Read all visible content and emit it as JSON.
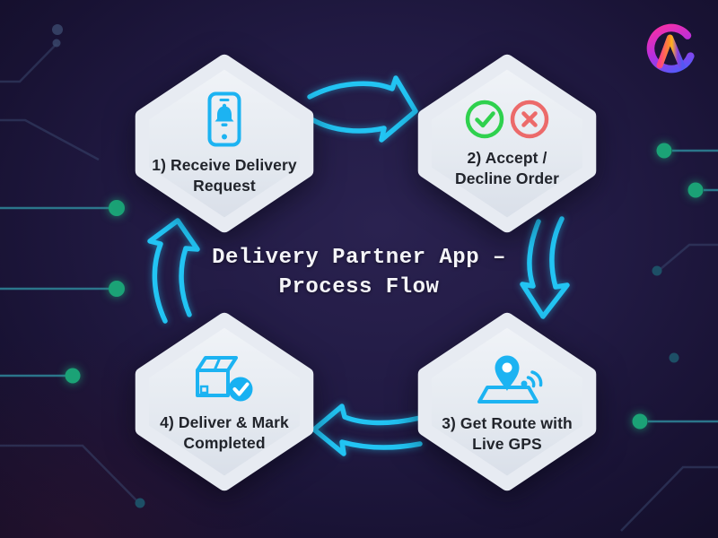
{
  "title": {
    "line1": "Delivery Partner App –",
    "line2": "Process Flow"
  },
  "steps": [
    {
      "line1": "1) Receive Delivery",
      "line2": "Request",
      "icon": "phone-notification-icon"
    },
    {
      "line1": "2) Accept /",
      "line2": "Decline Order",
      "icon": "accept-check-and-decline-cross-icons"
    },
    {
      "line1": "3) Get Route with",
      "line2": "Live GPS",
      "icon": "gps-map-pin-icon"
    },
    {
      "line1": "4) Deliver & Mark",
      "line2": "Completed",
      "icon": "package-check-icon"
    }
  ],
  "flow_arrows": [
    "arrow-step1-to-step2-right",
    "arrow-step2-to-step3-down",
    "arrow-step3-to-step4-left",
    "arrow-step4-to-step1-up"
  ],
  "logo": {
    "icon": "ca-monogram-logo"
  },
  "colors": {
    "background_dark": "#110d25",
    "background_mid": "#211a43",
    "hexagon_fill": "#e7ebf2",
    "accent_cyan": "#1cb3f2",
    "arrow_cyan": "#22c4f3",
    "step_text": "#21242b",
    "title_text": "#f4f4f8",
    "success_green": "#2fd14e",
    "danger_red": "#ec6a6a",
    "circuit_green": "#1ba276",
    "circuit_slate": "#39466b",
    "logo_pink": "#ff2f9e",
    "logo_blue": "#3f63ff",
    "logo_orange": "#ffb31f"
  }
}
